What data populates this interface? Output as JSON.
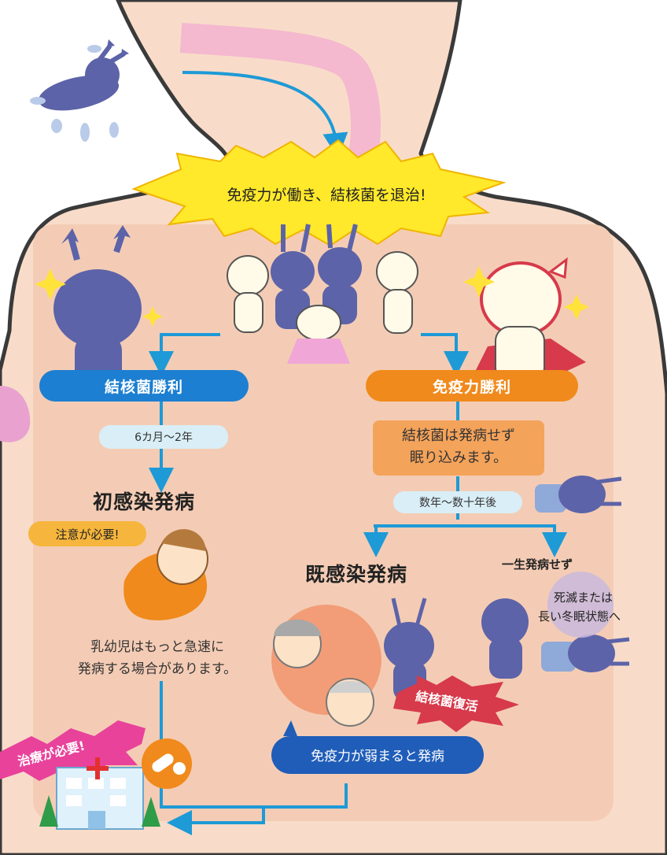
{
  "banner": {
    "text": "免疫力が働き、結核菌を退治!"
  },
  "left_branch": {
    "result_label": "結核菌勝利",
    "duration": "6カ月〜2年",
    "outcome": "初感染発病",
    "caution": "注意が必要!",
    "note_line1": "乳幼児はもっと急速に",
    "note_line2": "発病する場合があります。",
    "treatment": "治療が必要!"
  },
  "right_branch": {
    "result_label": "免疫力勝利",
    "dormant_line1": "結核菌は発病せず",
    "dormant_line2": "眠り込みます。",
    "duration": "数年〜数十年後",
    "outcome_reactivation": "既感染発病",
    "outcome_none": "一生発病せず",
    "dormant_state_line1": "死滅または",
    "dormant_state_line2": "長い冬眠状態へ",
    "revival": "結核菌復活",
    "weak_immunity": "免疫力が弱まると発病"
  },
  "colors": {
    "body_fill": "#f8dcc9",
    "inner_panel": "#f4ccb5",
    "outline": "#3a3a3a",
    "arrow_blue": "#1e9ad6",
    "germ_purple": "#5c63a8",
    "left_pill": "#1c7fd1",
    "right_pill": "#f08a1c",
    "banner_yellow": "#ffe92a",
    "pink_flow": "#f2a8d2",
    "treatment_pink": "#e8429b",
    "revival_red": "#d63a4b",
    "weak_blue": "#1f5db8"
  }
}
